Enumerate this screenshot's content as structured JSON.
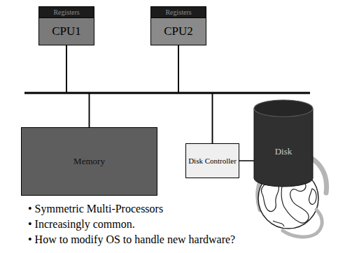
{
  "diagram": {
    "nodes": [
      {
        "text": [
          "Registers"
        ]
      },
      {
        "text": [
          "CPU1"
        ]
      },
      {
        "text": [
          "Registers"
        ]
      },
      {
        "text": [
          "CPU2"
        ]
      },
      {
        "text": [
          "Memory"
        ]
      },
      {
        "text": [
          "Disk Controller"
        ]
      },
      {
        "text": [
          "Disk"
        ]
      }
    ],
    "edges": [
      {
        "from": 1,
        "to": 4,
        "arrow": "none"
      },
      {
        "from": 1,
        "to": 5,
        "arrow": "none"
      },
      {
        "from": 3,
        "to": 4,
        "arrow": "none"
      },
      {
        "from": 3,
        "to": 5,
        "arrow": "none"
      },
      {
        "from": 5,
        "to": 6,
        "arrow": "none"
      }
    ],
    "labels": [
      "• Symmetric Multi-Processors",
      "• Increasingly common.",
      "• How to modify OS to handle new hardware?"
    ]
  }
}
